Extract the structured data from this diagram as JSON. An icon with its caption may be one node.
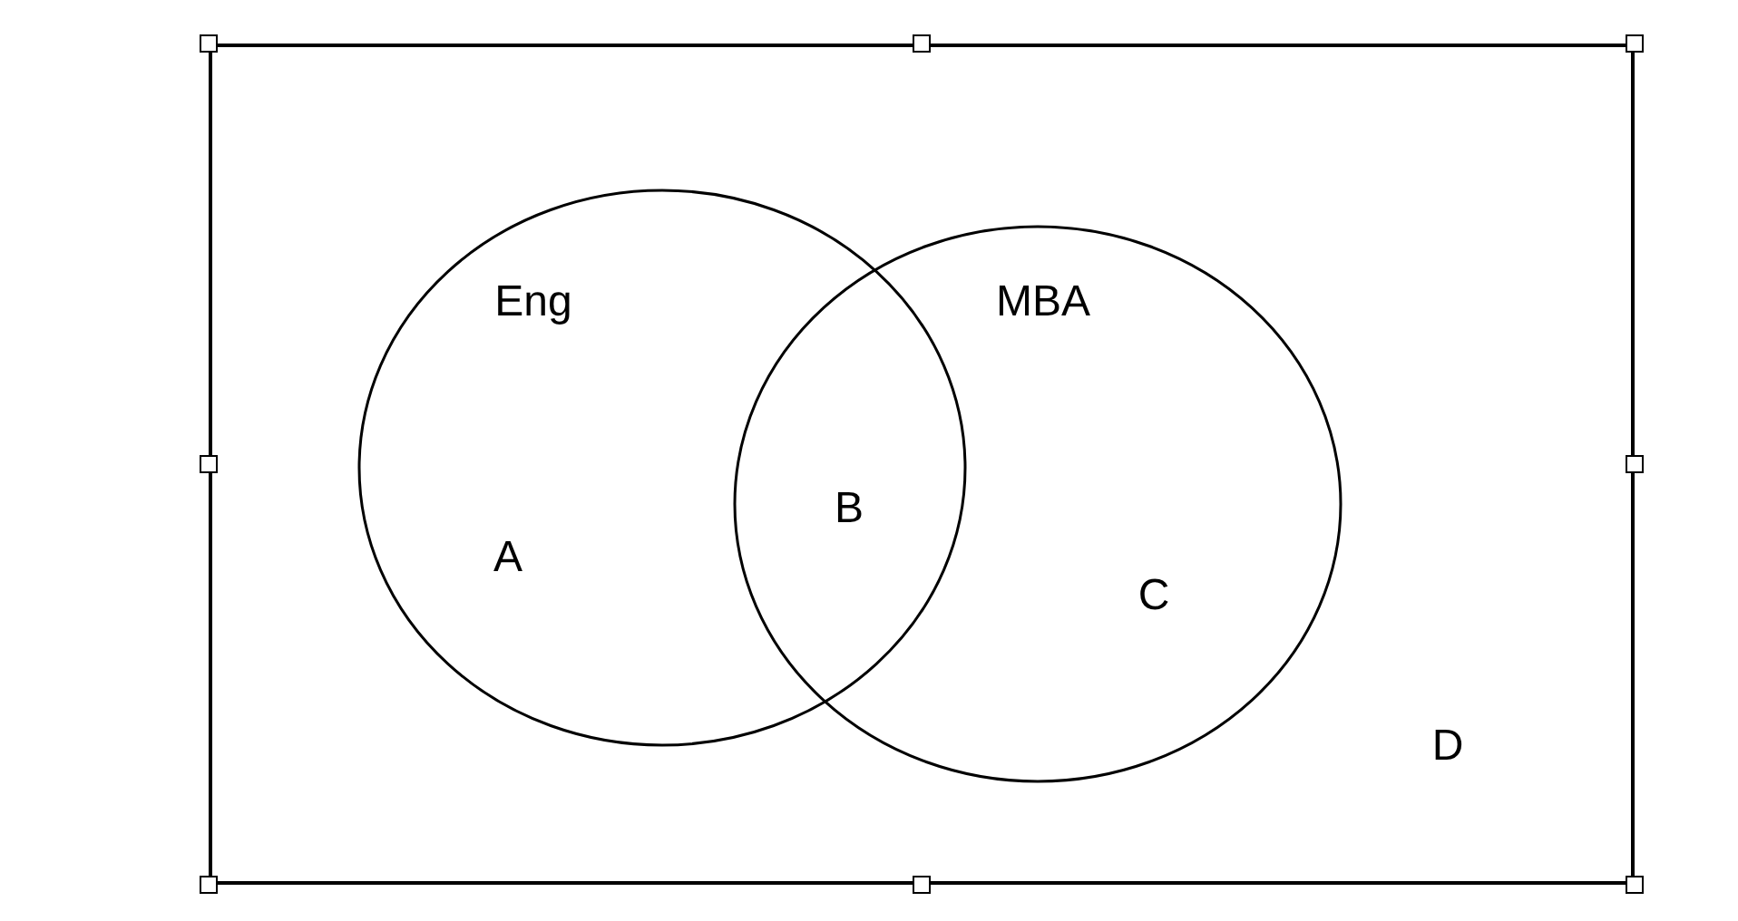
{
  "diagram": {
    "nodes": [
      {
        "text": [
          "D"
        ]
      },
      {
        "text": [
          "Eng",
          "A"
        ],
        "in": 0
      },
      {
        "text": [
          "MBA",
          "C"
        ],
        "in": 0
      }
    ],
    "edges": [],
    "labels": [
      "B"
    ]
  }
}
